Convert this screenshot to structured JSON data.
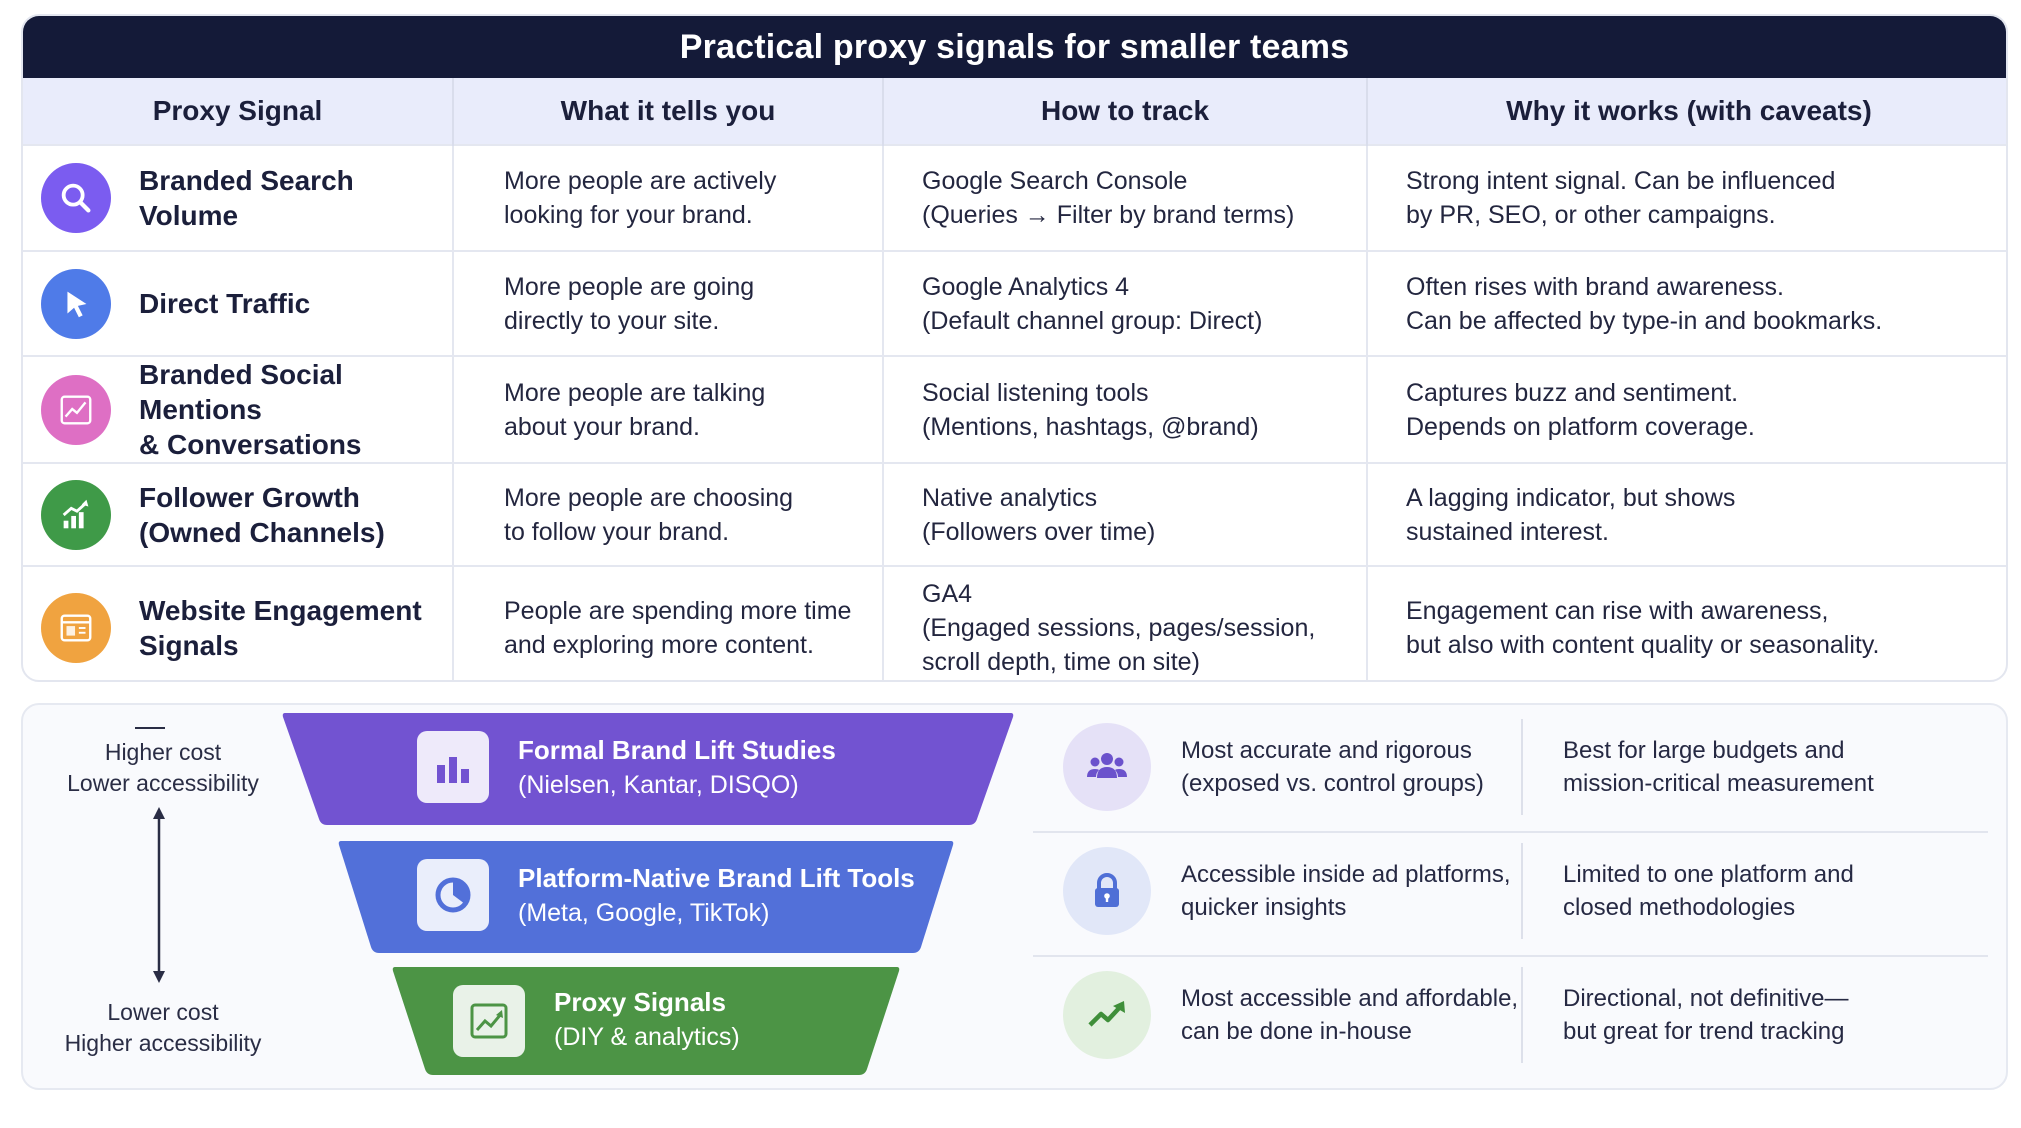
{
  "title": "Practical proxy signals for smaller teams",
  "columns": [
    "Proxy Signal",
    "What it tells you",
    "How to track",
    "Why it works (with caveats)"
  ],
  "rows": [
    {
      "signal": "Branded Search\nVolume",
      "icon": "search-icon",
      "icon_color": "#7b5cf0",
      "what": "More people are actively\nlooking for your brand.",
      "how": "Google Search Console\n(Queries → Filter by brand terms)",
      "why": "Strong intent signal. Can be influenced\nby PR, SEO, or other campaigns."
    },
    {
      "signal": "Direct Traffic",
      "icon": "cursor-icon",
      "icon_color": "#4f7be8",
      "what": "More people are going\ndirectly to your site.",
      "how": "Google Analytics 4\n(Default channel group: Direct)",
      "why": "Often rises with brand awareness.\nCan be affected by type-in and bookmarks."
    },
    {
      "signal": "Branded Social Mentions\n& Conversations",
      "icon": "trend-chart-icon",
      "icon_color": "#de6fc4",
      "what": "More people are talking\nabout your brand.",
      "how": "Social listening tools\n(Mentions, hashtags, @brand)",
      "why": "Captures buzz and sentiment.\nDepends on platform coverage."
    },
    {
      "signal": "Follower Growth\n(Owned Channels)",
      "icon": "growth-bars-icon",
      "icon_color": "#3f9a48",
      "what": "More people are choosing\nto follow your brand.",
      "how": "Native analytics\n(Followers over time)",
      "why": "A lagging indicator, but shows\nsustained interest."
    },
    {
      "signal": "Website Engagement\nSignals",
      "icon": "browser-window-icon",
      "icon_color": "#f0a340",
      "what": "People are spending more time\nand exploring more content.",
      "how": "GA4\n(Engaged sessions, pages/session,\nscroll depth, time on site)",
      "why": "Engagement can rise with awareness,\nbut also with content quality or seasonality."
    }
  ],
  "scale": {
    "top": "Higher cost\nLower accessibility",
    "bottom": "Lower cost\nHigher accessibility"
  },
  "tiers": [
    {
      "title": "Formal Brand Lift Studies",
      "subtitle": "(Nielsen, Kantar, DISQO)",
      "color": "#7253d1",
      "icon": "bar-chart-icon",
      "desc_icon": "people-group-icon",
      "desc_icon_bg": "#e5e1f7",
      "desc_icon_color": "#6b52cc",
      "strength": "Most accurate and rigorous\n(exposed vs. control groups)",
      "fit": "Best for large budgets and\nmission-critical measurement"
    },
    {
      "title": "Platform-Native Brand Lift Tools",
      "subtitle": "(Meta, Google, TikTok)",
      "color": "#5270d9",
      "icon": "pie-chart-icon",
      "desc_icon": "lock-icon",
      "desc_icon_bg": "#e1e7f8",
      "desc_icon_color": "#4f6fd6",
      "strength": "Accessible inside ad platforms,\nquicker insights",
      "fit": "Limited to one platform and\nclosed methodologies"
    },
    {
      "title": "Proxy Signals",
      "subtitle": "(DIY & analytics)",
      "color": "#4c9445",
      "icon": "line-chart-icon",
      "desc_icon": "trend-up-icon",
      "desc_icon_bg": "#e2f0df",
      "desc_icon_color": "#3f8f3a",
      "strength": "Most accessible and affordable,\ncan be done in-house",
      "fit": "Directional, not definitive—\nbut great for trend tracking"
    }
  ]
}
